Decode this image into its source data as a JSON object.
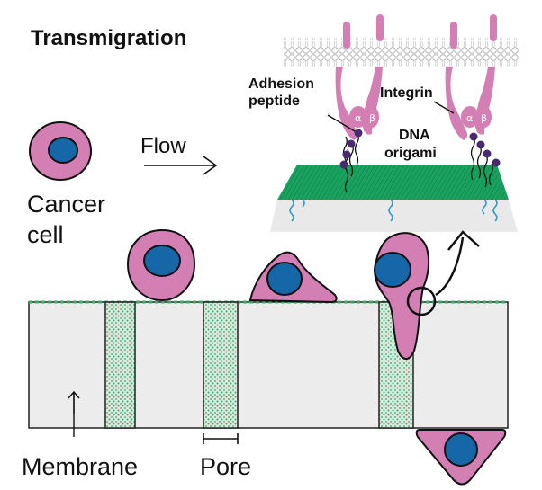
{
  "title": "Transmigration",
  "labels": {
    "flow": "Flow",
    "cancer_cell_line1": "Cancer",
    "cancer_cell_line2": "cell",
    "adhesion_line1": "Adhesion",
    "adhesion_line2": "peptide",
    "integrin": "Integrin",
    "dna_line1": "DNA",
    "dna_line2": "origami",
    "alpha": "α",
    "beta": "β",
    "membrane": "Membrane",
    "pore": "Pore"
  },
  "colors": {
    "cell": "#d47fb4",
    "nucleus": "#1667a8",
    "origami": "#1aa35f",
    "membrane": "#ececec",
    "peptide": "#4a2a6e",
    "dna_strand": "#2a9bd0"
  }
}
